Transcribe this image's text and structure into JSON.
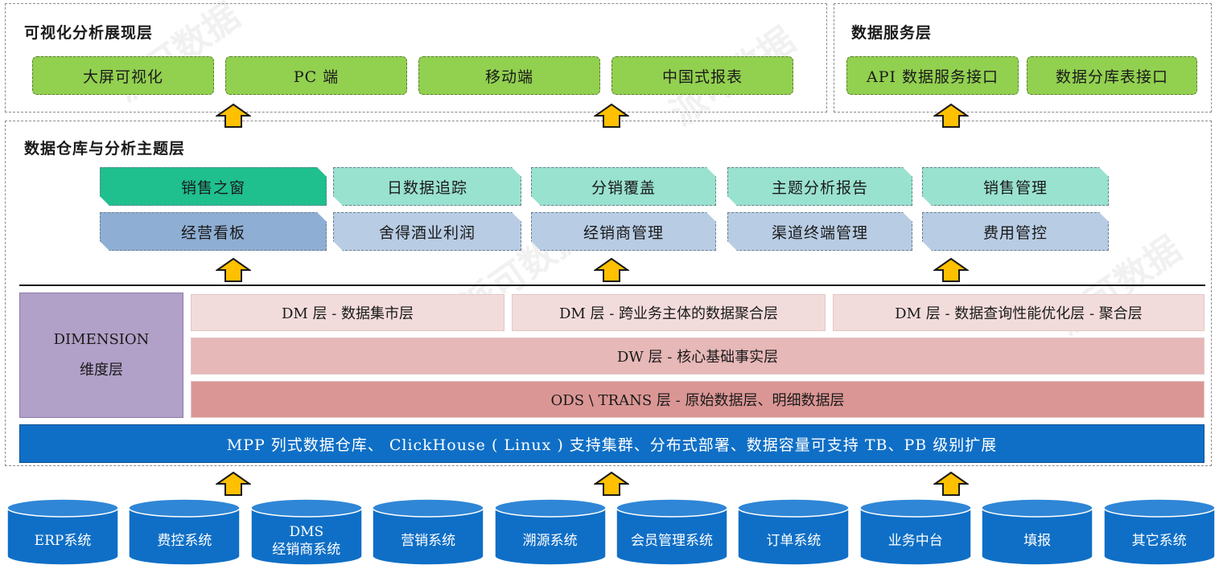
{
  "visualization_layer": {
    "title": "可视化分析展现层",
    "items": [
      "大屏可视化",
      "PC 端",
      "移动端",
      "中国式报表"
    ]
  },
  "data_service_layer": {
    "title": "数据服务层",
    "items": [
      "API 数据服务接口",
      "数据分库表接口"
    ]
  },
  "warehouse_layer": {
    "title": "数据仓库与分析主题层",
    "themes_row1": [
      "销售之窗",
      "日数据追踪",
      "分销覆盖",
      "主题分析报告",
      "销售管理"
    ],
    "themes_row2": [
      "经营看板",
      "舍得酒业利润",
      "经销商管理",
      "渠道终端管理",
      "费用管控"
    ]
  },
  "dimension": {
    "line1": "DIMENSION",
    "line2": "维度层"
  },
  "dm_layers": [
    "DM 层 - 数据集市层",
    "DM 层 - 跨业务主体的数据聚合层",
    "DM 层 - 数据查询性能优化层 - 聚合层"
  ],
  "dw_layer": "DW 层 - 核心基础事实层",
  "ods_layer": "ODS \\ TRANS 层 - 原始数据层、明细数据层",
  "mpp": "MPP 列式数据仓库、 ClickHouse ( Linux ) 支持集群、分布式部署、数据容量可支持 TB、PB 级别扩展",
  "sources": [
    {
      "line1": "ERP系统"
    },
    {
      "line1": "费控系统"
    },
    {
      "line1": "DMS",
      "line2": "经销商系统"
    },
    {
      "line1": "营销系统"
    },
    {
      "line1": "溯源系统"
    },
    {
      "line1": "会员管理系统"
    },
    {
      "line1": "订单系统"
    },
    {
      "line1": "业务中台"
    },
    {
      "line1": "填报"
    },
    {
      "line1": "其它系统"
    }
  ],
  "watermark": "派可数据",
  "colors": {
    "green": "#92d050",
    "teal_dark": "#1fbf8e",
    "mint": "#99e2cf",
    "steel_blue": "#8faed4",
    "pale_blue": "#b8cce4",
    "dm_pink": "#f2dcdb",
    "dw_pink": "#e6b8b7",
    "ods_pink": "#da9694",
    "dimension_purple": "#b1a0c7",
    "mpp_blue": "#0f6fc6",
    "arrow_yellow": "#ffc000"
  }
}
